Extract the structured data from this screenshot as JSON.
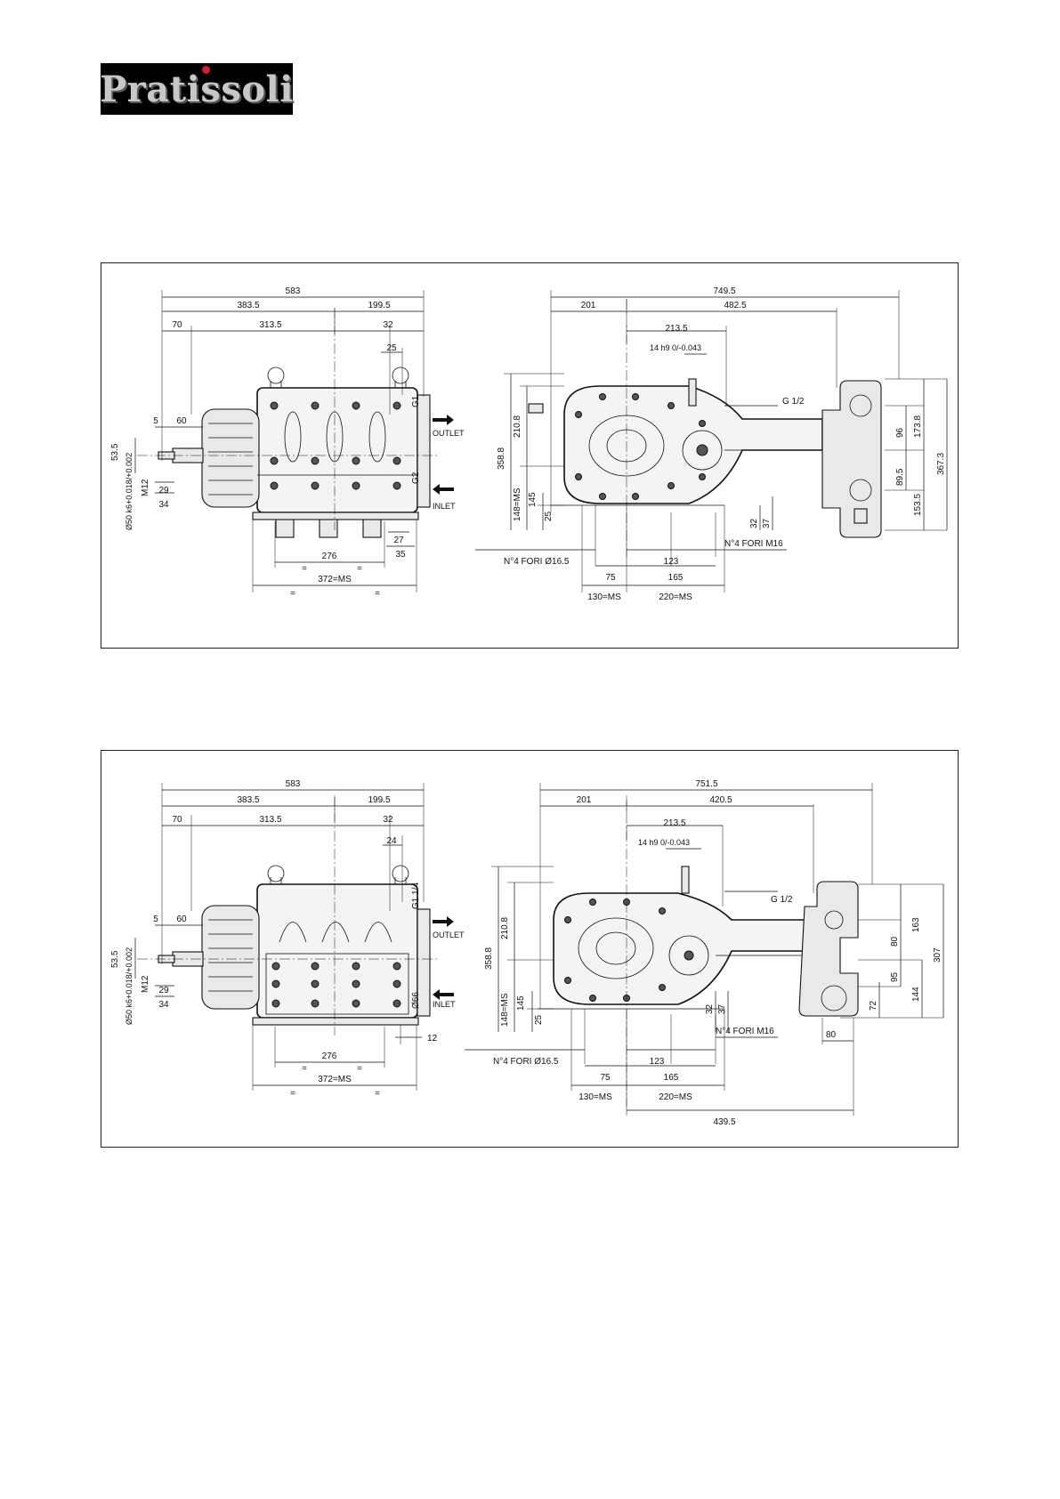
{
  "brand": {
    "name": "Pratissoli"
  },
  "drawings": [
    {
      "top_dims": {
        "overall": "583",
        "left": "383.5",
        "right": "199.5",
        "a": "70",
        "b": "313.5",
        "c": "32",
        "d": "25"
      },
      "shaft_dims": {
        "a": "5",
        "b": "60",
        "h": "53.5",
        "thread": "M12",
        "c": "29",
        "d": "34",
        "dia": "Ø50 k6+0.018/+0.002"
      },
      "ports": {
        "outlet_size": "G1",
        "outlet": "OUTLET",
        "inlet_size": "G2",
        "inlet": "INLET"
      },
      "bottom_dims": {
        "a": "27",
        "b": "35",
        "c": "276",
        "eq": "=",
        "d": "372=MS"
      },
      "side_dims": {
        "overall": "749.5",
        "left": "201",
        "right": "482.5",
        "mid": "213.5",
        "key": "14 h9 0/-0.043",
        "g": "G 1/2"
      },
      "side_vert": {
        "h1": "358.8",
        "h2": "210.8",
        "h3": "148=MS",
        "h4": "145",
        "h5": "25",
        "h6": "32",
        "h7": "37"
      },
      "side_right": {
        "a": "173.8",
        "b": "96",
        "c": "89.5",
        "d": "153.5",
        "e": "367.3"
      },
      "side_bottom": {
        "holes1": "N°4 FORI Ø16.5",
        "holes2": "N°4 FORI M16",
        "a": "123",
        "b": "75",
        "c": "165",
        "d": "130=MS",
        "e": "220=MS"
      }
    },
    {
      "top_dims": {
        "overall": "583",
        "left": "383.5",
        "right": "199.5",
        "a": "70",
        "b": "313.5",
        "c": "32",
        "d": "24"
      },
      "shaft_dims": {
        "a": "5",
        "b": "60",
        "h": "53.5",
        "thread": "M12",
        "c": "29",
        "d": "34",
        "dia": "Ø50 k6+0.018/+0.002"
      },
      "ports": {
        "outlet_size": "G1 1/4",
        "outlet": "OUTLET",
        "inlet_size": "Ø66",
        "inlet": "INLET"
      },
      "bottom_dims": {
        "a": "12",
        "c": "276",
        "eq": "=",
        "d": "372=MS"
      },
      "side_dims": {
        "overall": "751.5",
        "left": "201",
        "right": "420.5",
        "mid": "213.5",
        "key": "14 h9 0/-0.043",
        "g": "G 1/2"
      },
      "side_vert": {
        "h1": "358.8",
        "h2": "210.8",
        "h3": "148=MS",
        "h4": "145",
        "h5": "25",
        "h6": "32",
        "h7": "37"
      },
      "side_right": {
        "a": "163",
        "b": "80",
        "c": "95",
        "d": "144",
        "e": "307",
        "f": "72"
      },
      "side_bottom": {
        "holes1": "N°4 FORI Ø16.5",
        "holes2": "N°4 FORI M16",
        "a": "123",
        "b": "75",
        "c": "165",
        "d": "130=MS",
        "e": "220=MS",
        "f": "439.5",
        "g": "80"
      }
    }
  ]
}
